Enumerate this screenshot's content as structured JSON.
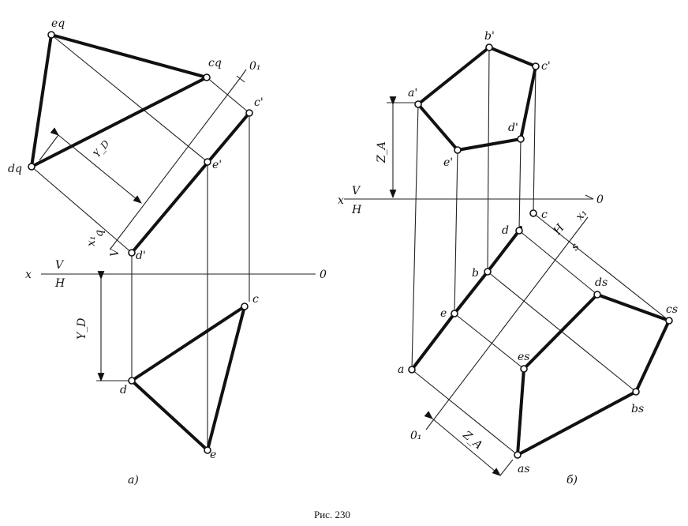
{
  "figure": {
    "caption": "Рис. 230",
    "sub_a": "а)",
    "sub_b": "б)"
  },
  "left": {
    "axis_x": "x",
    "axis_0": "0",
    "axis_V": "V",
    "axis_H": "H",
    "axis_x1": "x₁",
    "axis_V1": "V",
    "axis_q": "q",
    "axis_01": "0₁",
    "dim_y": "Y_D",
    "points": {
      "eq": "eq",
      "cq": "cq",
      "dq": "dq",
      "c1": "c'",
      "e1": "e'",
      "d1": "d'",
      "c": "c",
      "d": "d",
      "e": "e"
    }
  },
  "right": {
    "axis_x": "x",
    "axis_0": "0",
    "axis_V": "V",
    "axis_H": "H",
    "axis_x1": "x₁",
    "axis_H1": "H",
    "axis_s": "s",
    "axis_01": "0₁",
    "dim_z": "Z_A",
    "points": {
      "b1": "b'",
      "c1": "c'",
      "a1": "a'",
      "d1": "d'",
      "e1": "e'",
      "c": "c",
      "d": "d",
      "b": "b",
      "e": "e",
      "a": "a",
      "ds": "ds",
      "cs": "cs",
      "es": "es",
      "bs": "bs",
      "as": "as"
    }
  }
}
